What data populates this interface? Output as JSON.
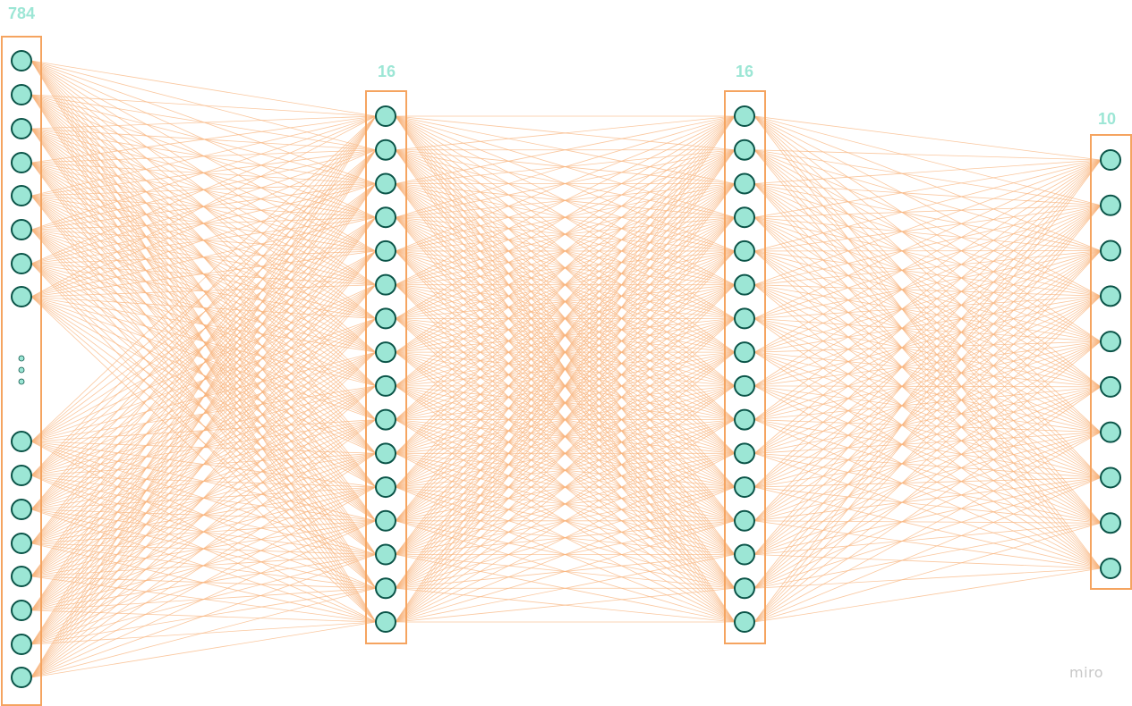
{
  "colors": {
    "neuron_fill": "#9ce6d5",
    "neuron_stroke": "#0b5448",
    "connection": "#f8b47d",
    "layer_box": "#f5a460",
    "label": "#9ce6d5",
    "watermark": "#c7c7c7"
  },
  "layers": [
    {
      "label": "784",
      "shown_neurons": 16,
      "ellipsis": true
    },
    {
      "label": "16",
      "shown_neurons": 16,
      "ellipsis": false
    },
    {
      "label": "16",
      "shown_neurons": 16,
      "ellipsis": false
    },
    {
      "label": "10",
      "shown_neurons": 10,
      "ellipsis": false
    }
  ],
  "watermark": "miro"
}
